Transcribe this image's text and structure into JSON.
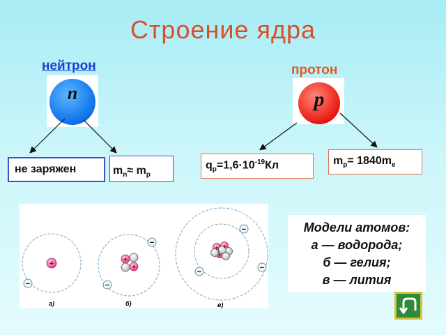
{
  "title": "Строение  ядра",
  "neutron": {
    "label": "нейтрон",
    "symbol": "n",
    "charge_text": "не заряжен",
    "mass_relation": {
      "m": "m",
      "sub1": "n",
      "approx": "≈ m",
      "sub2": "p"
    }
  },
  "proton": {
    "label": "протон",
    "symbol": "p",
    "charge": {
      "q": "q",
      "sub": "p",
      "value": "=1,6·10",
      "exp": "-19",
      "unit": "Кл"
    },
    "mass": {
      "m": "m",
      "sub": "p",
      "value": "= 1840m",
      "sub2": "e"
    }
  },
  "models": {
    "captions": [
      "а)",
      "б)",
      "в)"
    ],
    "plus": "+",
    "minus": "−"
  },
  "models_text": {
    "line1": "Модели атомов:",
    "line2": "а — водорода;",
    "line3": "б — гелия;",
    "line4": "в — лития"
  },
  "colors": {
    "title": "#d8502a",
    "neutron_ball": "#1e7ff0",
    "proton_ball": "#f02a1e"
  },
  "icons": [
    "return-arrow-icon"
  ]
}
